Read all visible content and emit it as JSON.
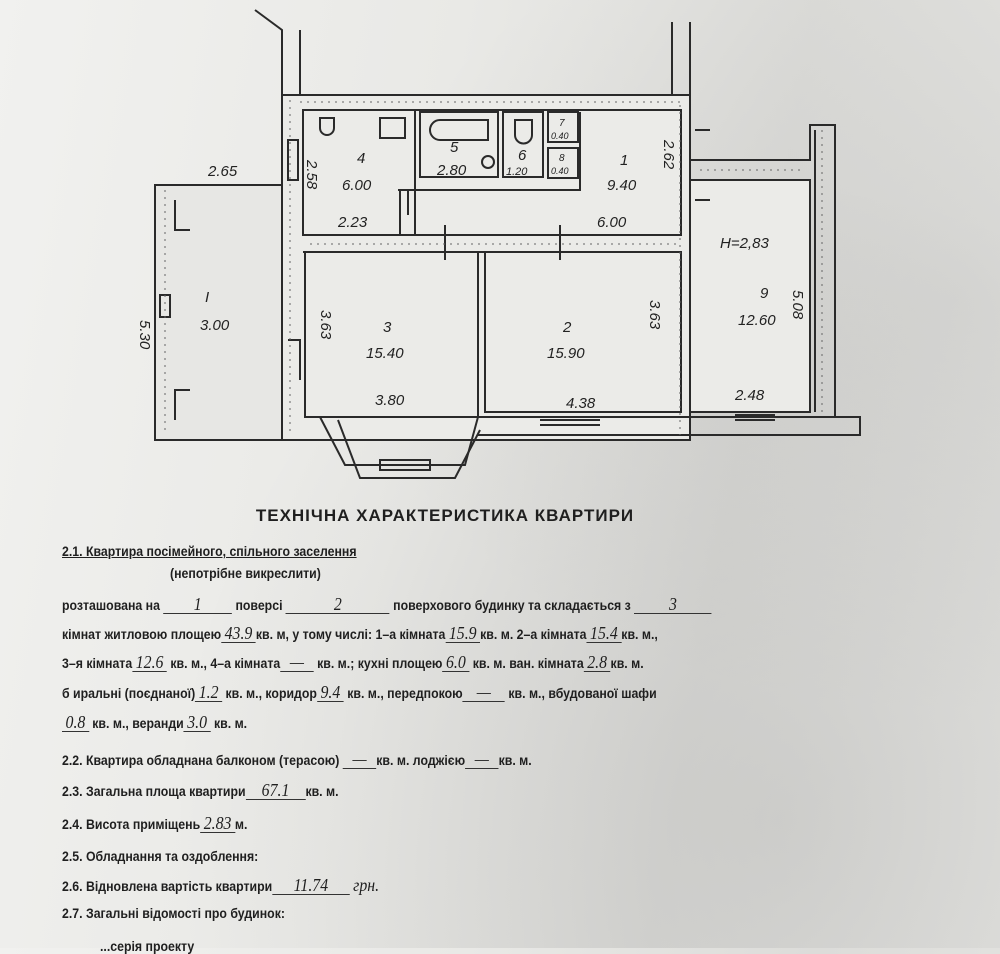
{
  "plan": {
    "dims": {
      "veranda_top": "2.65",
      "veranda_side": "5.30",
      "room4_h": "2.58",
      "room4_w": "2.23",
      "room1_h": "2.62",
      "corridor_w": "6.00",
      "room3_h": "3.63",
      "room3_w": "3.80",
      "room2_h": "3.63",
      "room2_w": "4.38",
      "room9_h": "5.08",
      "room9_w": "2.48",
      "height": "H=2,83"
    },
    "rooms": [
      {
        "num": "I",
        "area": "3.00"
      },
      {
        "num": "4",
        "area": "6.00"
      },
      {
        "num": "5",
        "area": "2.80"
      },
      {
        "num": "6",
        "area": "1.20"
      },
      {
        "num": "7",
        "area": "0.40"
      },
      {
        "num": "8",
        "area": "0.40"
      },
      {
        "num": "1",
        "area": "9.40"
      },
      {
        "num": "3",
        "area": "15.40"
      },
      {
        "num": "2",
        "area": "15.90"
      },
      {
        "num": "9",
        "area": "12.60"
      }
    ]
  },
  "doc": {
    "title": "ТЕХНІЧНА ХАРАКТЕРИСТИКА КВАРТИРИ",
    "s21": "2.1. Квартира посімейного, спільного заселення",
    "s21_note": "(непотрібне викреслити)",
    "l1": {
      "a": "розташована на",
      "v1": "1",
      "b": "поверсі",
      "v2": "2",
      "c": "поверхового будинку та складається з",
      "v3": "3"
    },
    "l2": {
      "a": "кімнат житловою площею",
      "v1": "43.9",
      "b": "кв. м, у тому числі: 1–а кімната",
      "v2": "15.9",
      "c": "кв. м. 2–а кімната",
      "v3": "15.4",
      "d": "кв. м.,"
    },
    "l3": {
      "a": "3–я кімната",
      "v1": "12.6",
      "b": "кв. м., 4–а кімната",
      "v2": "—",
      "c": "кв. м.; кухні площею",
      "v3": "6.0",
      "d": "кв. м. ван. кімната",
      "v4": "2.8",
      "e": "кв. м."
    },
    "l4": {
      "a": "б иральні (поєднаної)",
      "v1": "1.2",
      "b": "кв. м., коридор",
      "v2": "9.4",
      "c": "кв. м., передпокою",
      "v3": "—",
      "d": "кв. м.,   вбудованої  шафи"
    },
    "l5": {
      "v1": "0.8",
      "a": "кв. м., веранди",
      "v2": "3.0",
      "b": "кв. м."
    },
    "s22": {
      "a": "2.2. Квартира обладнана балконом (терасою)",
      "v1": "—",
      "b": "кв. м. лоджією",
      "v2": "—",
      "c": "кв. м."
    },
    "s23": {
      "a": "2.3. Загальна площа квартири",
      "v1": "67.1",
      "b": "кв. м."
    },
    "s24": {
      "a": "2.4. Висота приміщень",
      "v1": "2.83",
      "b": "м."
    },
    "s25": "2.5. Обладнання та оздоблення:",
    "s26": {
      "a": "2.6. Відновлена вартість квартири",
      "v1": "11.74",
      "b": "грн."
    },
    "s27": "2.7. Загальні відомості про будинок:",
    "s28": "...серія проекту"
  }
}
